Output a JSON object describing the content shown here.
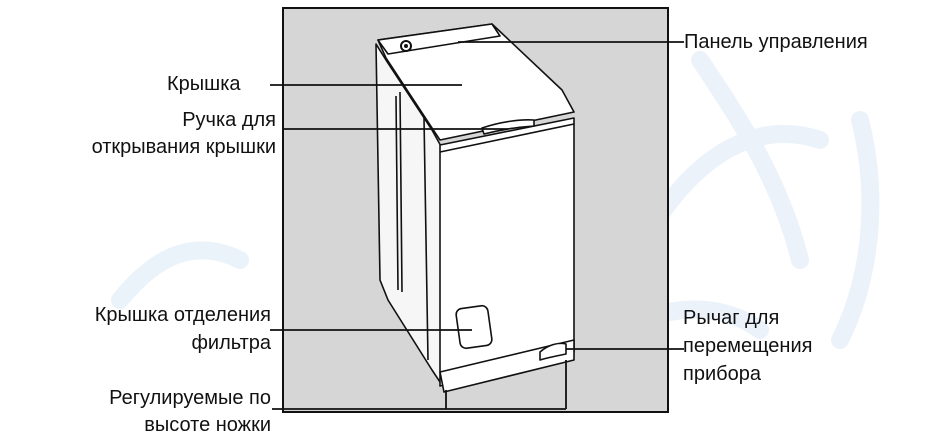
{
  "labels": {
    "control_panel": "Панель управления",
    "lid": "Крышка",
    "handle_line1": "Ручка для",
    "handle_line2": "открывания крышки",
    "filter_line1": "Крышка отделения",
    "filter_line2": "фильтра",
    "lever_line1": "Рычаг для",
    "lever_line2": "перемещения",
    "lever_line3": "прибора",
    "feet_line1": "Регулируемые по",
    "feet_line2": "высоте ножки"
  },
  "colors": {
    "panel_bg": "#d6d6d6",
    "line": "#111111",
    "watermark": "#d9e8f6"
  }
}
